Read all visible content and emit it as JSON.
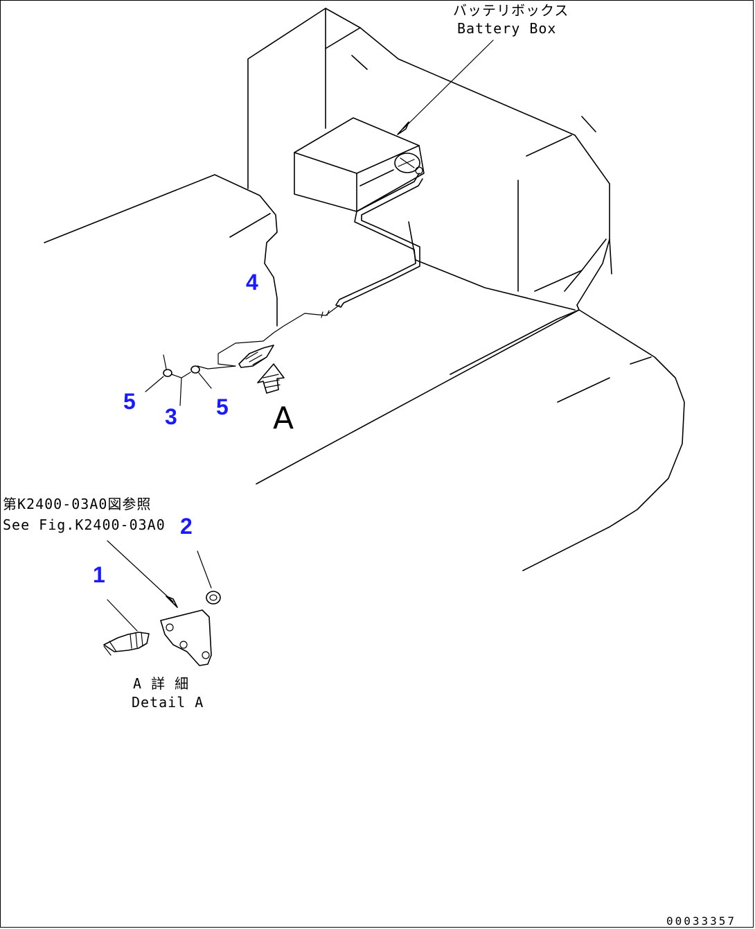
{
  "labels": {
    "battery_box_jp": "バッテリボックス",
    "battery_box_en": "Battery Box",
    "see_fig_jp": "第K2400-03A0図参照",
    "see_fig_en": "See Fig.K2400-03A0",
    "view_letter": "A",
    "detail_jp": "A 詳 細",
    "detail_en": "Detail A",
    "doc_number": "00033357"
  },
  "callouts": {
    "c1": "1",
    "c2": "2",
    "c3": "3",
    "c4": "4",
    "c5a": "5",
    "c5b": "5"
  },
  "colors": {
    "callout": "#1a1aff",
    "line": "#000000"
  }
}
